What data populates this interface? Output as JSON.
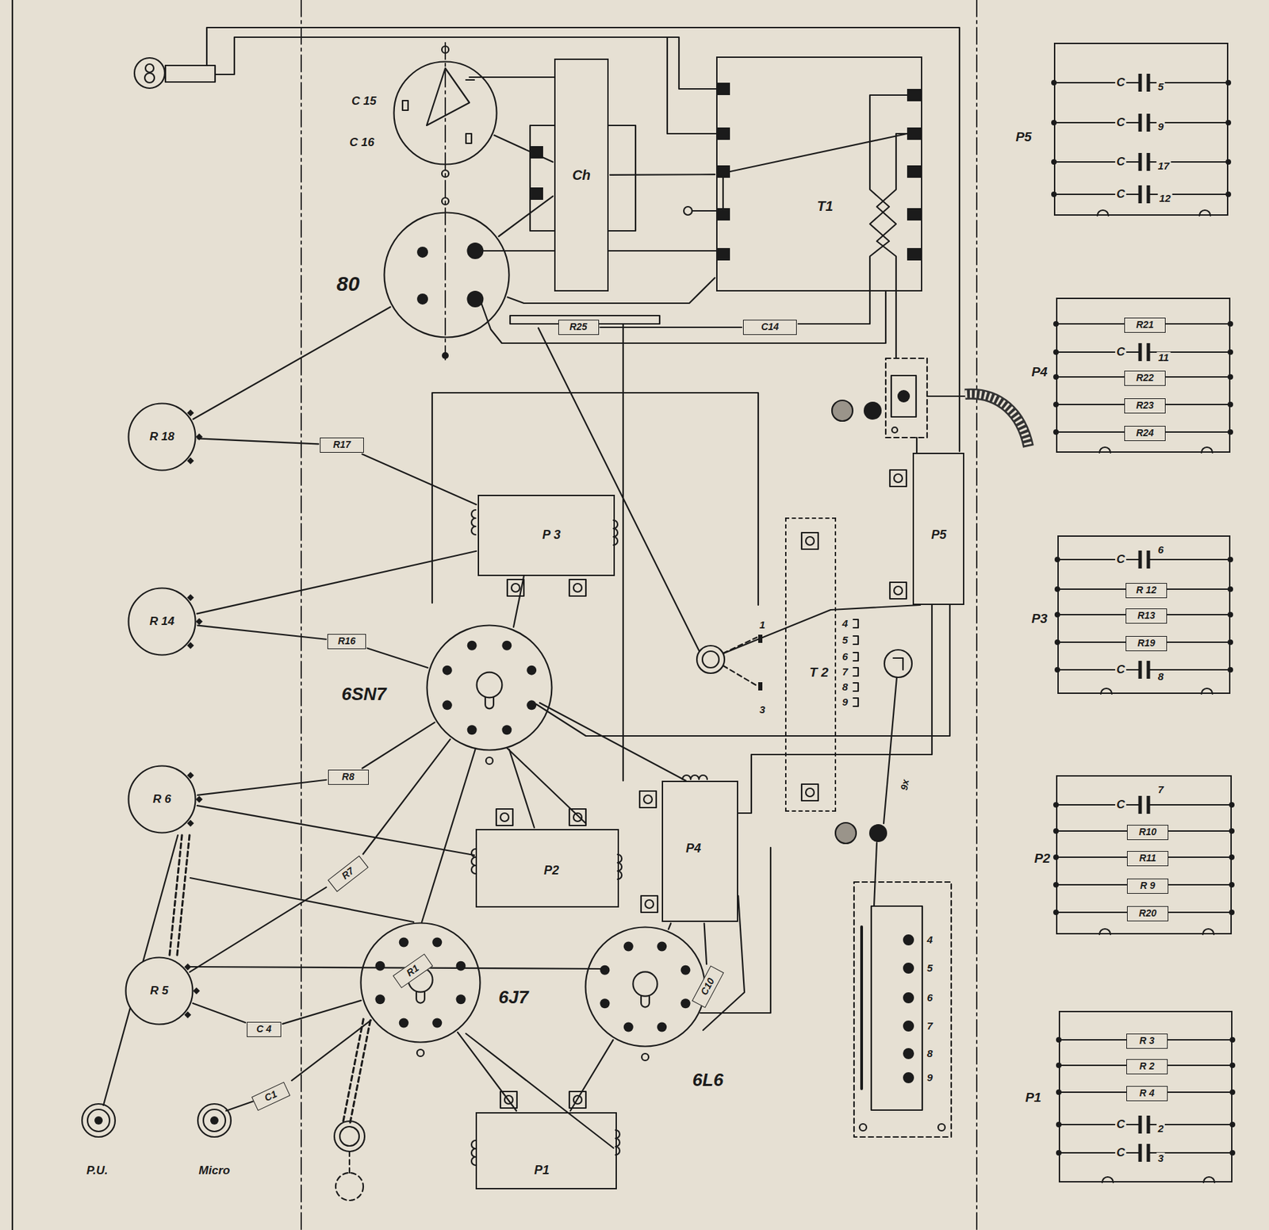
{
  "diagram": {
    "nodes": [
      {
        "text": [
          "C 15",
          "C 16"
        ]
      },
      {
        "text": [
          "Ch"
        ]
      },
      {
        "text": [
          "T1"
        ]
      },
      {
        "text": [
          "80"
        ]
      },
      {
        "text": [
          "R25"
        ]
      },
      {
        "text": [
          "C14"
        ]
      },
      {
        "text": [
          "R 18"
        ]
      },
      {
        "text": [
          "R17"
        ]
      },
      {
        "text": [
          "P 3"
        ]
      },
      {
        "text": [
          "R 14"
        ]
      },
      {
        "text": [
          "R16"
        ]
      },
      {
        "text": [
          "6SN7"
        ]
      },
      {
        "text": [
          "T 2"
        ]
      },
      {
        "text": [
          "P5"
        ]
      },
      {
        "text": [
          "R 6"
        ]
      },
      {
        "text": [
          "R8"
        ]
      },
      {
        "text": [
          "P2"
        ]
      },
      {
        "text": [
          "P4"
        ]
      },
      {
        "text": [
          "R7"
        ]
      },
      {
        "text": [
          "R 5"
        ]
      },
      {
        "text": [
          "6J7"
        ]
      },
      {
        "text": [
          "R1"
        ],
        "in": 20
      },
      {
        "text": [
          "6L6"
        ]
      },
      {
        "text": [
          "C10"
        ]
      },
      {
        "text": [
          "C 4"
        ]
      },
      {
        "text": [
          "C1"
        ]
      },
      {
        "text": [
          "P1"
        ]
      },
      {
        "text": [
          "P5"
        ]
      },
      {
        "text": [
          "P4"
        ]
      },
      {
        "text": [
          "R21"
        ],
        "in": 28
      },
      {
        "text": [
          "R22"
        ],
        "in": 28
      },
      {
        "text": [
          "R23"
        ],
        "in": 28
      },
      {
        "text": [
          "R24"
        ],
        "in": 28
      },
      {
        "text": [
          "P3"
        ]
      },
      {
        "text": [
          "R 12"
        ],
        "in": 33
      },
      {
        "text": [
          "R13"
        ],
        "in": 33
      },
      {
        "text": [
          "R19"
        ],
        "in": 33
      },
      {
        "text": [
          "P2"
        ]
      },
      {
        "text": [
          "R10"
        ],
        "in": 37
      },
      {
        "text": [
          "R11"
        ],
        "in": 37
      },
      {
        "text": [
          "R 9"
        ],
        "in": 37
      },
      {
        "text": [
          "R20"
        ],
        "in": 37
      },
      {
        "text": [
          "P1"
        ]
      },
      {
        "text": [
          "R 3"
        ],
        "in": 42
      },
      {
        "text": [
          "R 2"
        ],
        "in": 42
      },
      {
        "text": [
          "R 4"
        ],
        "in": 42
      }
    ],
    "edges": [
      {
        "from": 0,
        "to": 1,
        "arrow": "none"
      },
      {
        "from": 3,
        "to": 1,
        "arrow": "none"
      },
      {
        "from": 3,
        "to": 2,
        "arrow": "none"
      },
      {
        "from": 4,
        "to": 5,
        "arrow": "none"
      },
      {
        "from": 6,
        "to": 3,
        "arrow": "none"
      },
      {
        "from": 6,
        "to": 7,
        "arrow": "none"
      },
      {
        "from": 7,
        "to": 8,
        "arrow": "none"
      },
      {
        "from": 9,
        "to": 8,
        "arrow": "none"
      },
      {
        "from": 9,
        "to": 10,
        "arrow": "none"
      },
      {
        "from": 10,
        "to": 11,
        "arrow": "none"
      },
      {
        "from": 14,
        "to": 15,
        "arrow": "none"
      },
      {
        "from": 15,
        "to": 11,
        "arrow": "none"
      },
      {
        "from": 14,
        "to": 16,
        "arrow": "none"
      },
      {
        "from": 18,
        "to": 11,
        "arrow": "none"
      },
      {
        "from": 18,
        "to": 19,
        "arrow": "none"
      },
      {
        "from": 19,
        "to": 24,
        "arrow": "none"
      },
      {
        "from": 24,
        "to": 20,
        "arrow": "none"
      },
      {
        "from": 25,
        "to": 20,
        "arrow": "none"
      },
      {
        "from": 26,
        "to": 22,
        "arrow": "none"
      },
      {
        "from": 23,
        "to": 17,
        "arrow": "none"
      },
      {
        "from": 16,
        "to": 11,
        "arrow": "none"
      },
      {
        "from": 20,
        "to": 26,
        "arrow": "none"
      },
      {
        "from": 22,
        "to": 17,
        "arrow": "none"
      },
      {
        "from": 1,
        "to": 2,
        "arrow": "none"
      }
    ],
    "labels": [
      "C",
      "5",
      "C",
      "9",
      "C",
      "17",
      "C",
      "12",
      "C",
      "11",
      "C",
      "6",
      "C",
      "8",
      "C",
      "7",
      "C",
      "2",
      "C",
      "3",
      "1",
      "3",
      "4",
      "5",
      "6",
      "7",
      "8",
      "9",
      "4",
      "5",
      "6",
      "7",
      "8",
      "9",
      "9x",
      "P.U.",
      "Micro"
    ]
  }
}
